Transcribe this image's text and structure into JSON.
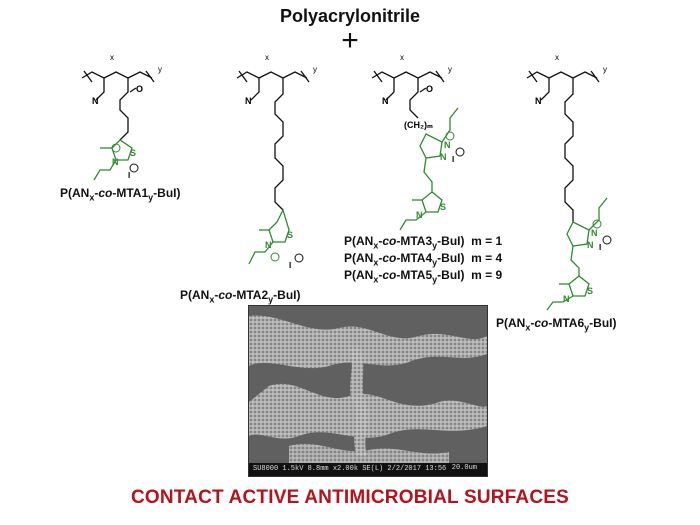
{
  "title": "Polyacrylonitrile",
  "plus": "+",
  "polymers": [
    {
      "prefix": "P(AN",
      "x": "x",
      "dash": "-",
      "co": "co",
      "mid": "-MTA1",
      "y": "y",
      "end": "-BuI)"
    },
    {
      "prefix": "P(AN",
      "x": "x",
      "dash": "-",
      "co": "co",
      "mid": "-MTA2",
      "y": "y",
      "end": "-BuI)"
    },
    {
      "prefix": "P(AN",
      "x": "x",
      "dash": "-",
      "co": "co",
      "mid": "-MTA3",
      "y": "y",
      "end": "-BuI)",
      "m": "m = 1"
    },
    {
      "prefix": "P(AN",
      "x": "x",
      "dash": "-",
      "co": "co",
      "mid": "-MTA4",
      "y": "y",
      "end": "-BuI)",
      "m": "m = 4"
    },
    {
      "prefix": "P(AN",
      "x": "x",
      "dash": "-",
      "co": "co",
      "mid": "-MTA5",
      "y": "y",
      "end": "-BuI)",
      "m": "m = 9"
    },
    {
      "prefix": "P(AN",
      "x": "x",
      "dash": "-",
      "co": "co",
      "mid": "-MTA6",
      "y": "y",
      "end": "-BuI)"
    }
  ],
  "atoms": {
    "N": "N",
    "O": "O",
    "S": "S",
    "I": "I",
    "plus": "+",
    "minus": "−",
    "x": "x",
    "y": "y",
    "chain": "(CH₂)ₘ"
  },
  "sem_info": "SU8000 1.5kV 8.8mm x2.00k SE(L) 2/2/2017 13:56",
  "sem_scale": "20.0um",
  "footer": "CONTACT ACTIVE ANTIMICROBIAL SURFACES",
  "colors": {
    "structure": "#111111",
    "pendant": "#2e8b2e",
    "footer": "#b5121b"
  }
}
